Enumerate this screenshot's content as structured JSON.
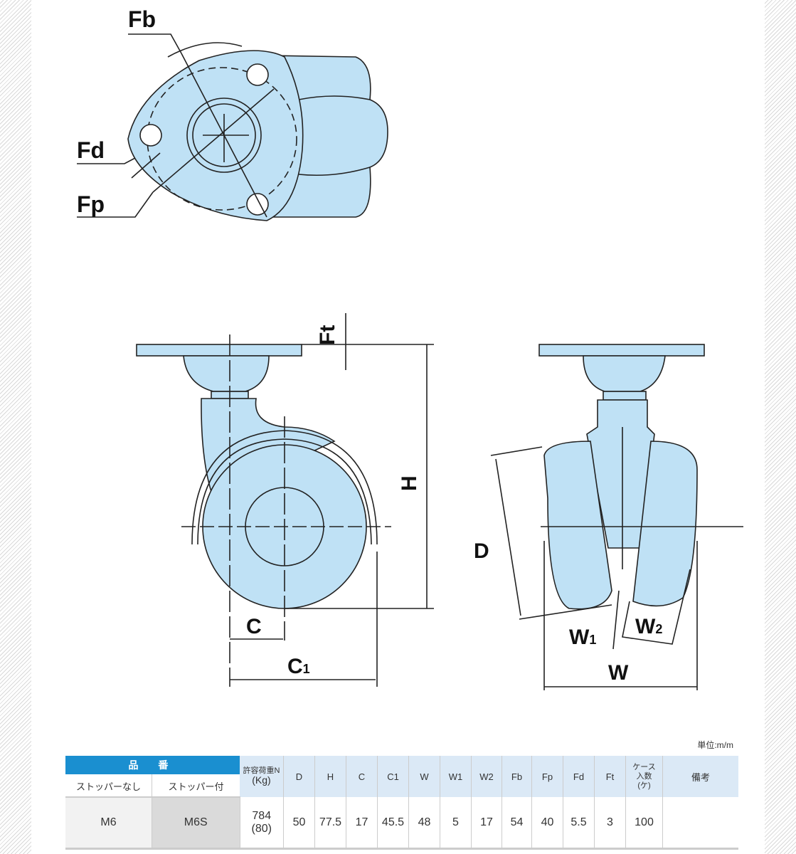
{
  "labels": {
    "Fb": "Fb",
    "Fd": "Fd",
    "Fp": "Fp",
    "Ft": "Ft",
    "H": "H",
    "C": "C",
    "C1": "C",
    "C1_sub": "1",
    "D": "D",
    "W1": "W",
    "W1_sub": "1",
    "W2": "W",
    "W2_sub": "2",
    "W": "W"
  },
  "unit": "単位:m/m",
  "table": {
    "group_header": "品 番",
    "sub_headers": [
      "ストッパーなし",
      "ストッパー付"
    ],
    "load_header": [
      "許容荷重N",
      "(Kg)"
    ],
    "columns": [
      "D",
      "H",
      "C",
      "C1",
      "W",
      "W1",
      "W2",
      "Fb",
      "Fp",
      "Fd",
      "Ft"
    ],
    "case_header": [
      "ケース",
      "入数",
      "(ケ)"
    ],
    "remarks_header": "備考",
    "row": {
      "no_stopper": "M6",
      "with_stopper": "M6S",
      "load_n": "784",
      "load_kg": "(80)",
      "values": [
        "50",
        "77.5",
        "17",
        "45.5",
        "48",
        "5",
        "17",
        "54",
        "40",
        "5.5",
        "3"
      ],
      "case_qty": "100",
      "remarks": ""
    }
  },
  "colors": {
    "fill": "#bfe1f5",
    "header": "#1a8fd0",
    "header_col": "#dbe9f6"
  }
}
